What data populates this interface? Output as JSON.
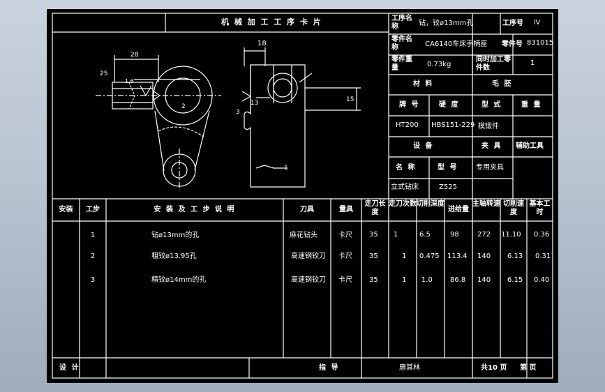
{
  "title": "机 械 加 工 工 序 卡 片",
  "header": {
    "process_name_label": "工序名称",
    "process_name_value": "钻，铰ø13mm孔",
    "process_no_label": "工序号",
    "process_no_value": "Ⅳ",
    "part_name_label": "零件名称",
    "part_name_value": "CA6140车床手柄座",
    "part_no_label": "零件号",
    "part_no_value": "831015",
    "part_weight_label": "零件重量",
    "part_weight_value": "0.73kg",
    "simul_label": "同时加工零件数",
    "simul_value": "1"
  },
  "material": {
    "material_header": "材    料",
    "blank_header": "毛    胚",
    "grade_label": "牌 号",
    "hardness_label": "硬 度",
    "type_label": "型 式",
    "weight_label": "重 量",
    "grade_value": "HT200",
    "hardness_value": "HBS151-229",
    "type_value": "模锻件",
    "weight_value": ""
  },
  "equipment": {
    "equipment_header": "设    备",
    "fixture_header": "夹 具",
    "aux_tool_header": "辅助工具",
    "name_label": "名 称",
    "model_label": "型 号",
    "name_value": "立式钻床",
    "model_value": "Z525",
    "fixture_value": "专用夹具"
  },
  "drawing": {
    "dim_28": "28",
    "dim_25": "25",
    "dim_18": "18",
    "dim_15": "15",
    "dim_13": "13",
    "label_2": "2",
    "label_3": "3",
    "label_1": "1",
    "roughness": "1.6"
  },
  "table": {
    "headers": [
      "安装",
      "工步",
      "安 装 及 工 步 说 明",
      "刀具",
      "量具",
      "走刀长度",
      "走刀次数",
      "切削深度",
      "进给量",
      "主轴转速",
      "切削速度",
      "基本工时"
    ],
    "rows": [
      [
        "",
        "1",
        "钻ø13mm的孔",
        "麻花钻头",
        "卡尺",
        "35",
        "1",
        "6.5",
        "98",
        "272",
        "11.10",
        "0.36"
      ],
      [
        "",
        "2",
        "粗铰ø13.95孔",
        "高速钢铰刀",
        "卡尺",
        "35",
        "1",
        "0.475",
        "113.4",
        "140",
        "6.13",
        "0.31"
      ],
      [
        "",
        "3",
        "精铰ø14mm的孔",
        "高速钢铰刀",
        "卡尺",
        "35",
        "1",
        "1.0",
        "86.8",
        "140",
        "6.15",
        "0.40"
      ]
    ]
  },
  "footer": {
    "design_label": "设    计",
    "guide_label": "指    导",
    "guide_value": "唐其林",
    "total_pages": "共10 页",
    "page_label": "第   页"
  }
}
